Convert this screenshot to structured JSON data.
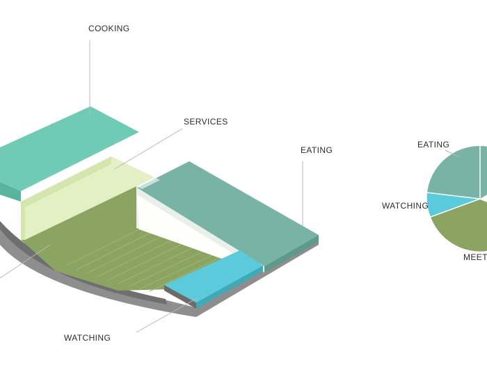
{
  "labels": {
    "cooking": "COOKING",
    "services": "SERVICES",
    "eating": "EATING",
    "watching": "WATCHING",
    "pie_eating": "EATING",
    "pie_watching": "WATCHING",
    "pie_meeting": "MEETIN"
  },
  "colors": {
    "cooking": "#6fcbb6",
    "services": "#e2f0c3",
    "meeting": "#8ba462",
    "eating": "#78b3a6",
    "watching": "#5bcbdc",
    "base_gray": "#8e8e8e",
    "base_gray_dark": "#6f6f6f",
    "leader": "#b8b8b8"
  },
  "chart_data": {
    "type": "pie",
    "categories": [
      "EATING",
      "WATCHING",
      "MEETIN"
    ],
    "colors": [
      "#78b3a6",
      "#5bcbdc",
      "#8ba462"
    ]
  }
}
